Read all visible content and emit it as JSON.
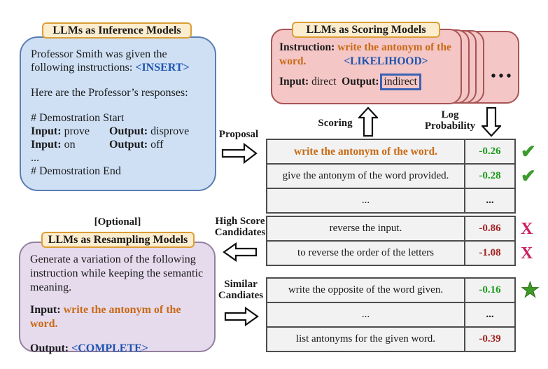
{
  "colors": {
    "blue-box-fill": "#cfe0f5",
    "blue-box-border": "#5b7db3",
    "pink-box-fill": "#f4c6c6",
    "pink-box-border": "#a85454",
    "purple-box-fill": "#e6dbed",
    "purple-box-border": "#94809f",
    "chip-fill": "#fcedcf",
    "chip-border": "#dc9e35",
    "orange-text": "#c96a15",
    "blue-token": "#1d54b0",
    "green-score": "#1b9a1b",
    "red-score": "#a32222",
    "check-green": "#3c9b2d",
    "cross-crimson": "#ce1e5f",
    "star-green": "#3f9b28",
    "table-fill": "#f2f2f2",
    "table-border": "#4d4d4d",
    "indirect-box-border": "#3a62b5"
  },
  "inference_box": {
    "title": "LLMs as Inference Models",
    "intro_text": "Professor Smith was given the following instructions: ",
    "insert_token": "<INSERT>",
    "responses_line": "Here are the Professor’s responses:",
    "demo_start": "# Demostration Start",
    "io_input_label": "Input:",
    "io_output_label": "Output:",
    "io_rows": [
      {
        "input": "prove",
        "output": "disprove"
      },
      {
        "input": "on",
        "output": "off"
      }
    ],
    "ellipsis": "...",
    "demo_end": "# Demostration End"
  },
  "scoring_card": {
    "title": "LLMs as Scoring Models",
    "instruction_label": "Instruction:",
    "instruction_text_1": "write the antonym of the",
    "instruction_text_2": "word.",
    "likelihood_token": "<LIKELIHOOD>",
    "input_label": "Input:",
    "input_value": "direct",
    "output_label": "Output:",
    "output_value": "indirect",
    "stack_dots": "•••"
  },
  "flow_labels": {
    "proposal": "Proposal",
    "scoring": "Scoring",
    "log_probability_line1": "Log",
    "log_probability_line2": "Probability",
    "high_score_line1": "High Score",
    "high_score_line2": "Candidates",
    "similar_line1": "Similar",
    "similar_line2": "Candiates",
    "optional": "[Optional]"
  },
  "resampling_box": {
    "title": "LLMs as Resampling Models",
    "body_text": "Generate a variation of the following instruction while keeping the semantic meaning.",
    "input_label": "Input:",
    "input_value": "write the antonym of the word.",
    "output_label": "Output:",
    "complete_token": "<COMPLETE>"
  },
  "icons": {
    "check": "✔",
    "cross": "X",
    "star": "★"
  },
  "tables": {
    "top": {
      "segments": [
        [
          {
            "text": "write the antonym of the word.",
            "style": "orange",
            "score": "-0.26",
            "score_color": "green",
            "mark": "check"
          },
          {
            "text": "give the antonym of the word provided.",
            "style": "plain",
            "score": "-0.28",
            "score_color": "green",
            "mark": "check"
          },
          {
            "text": "...",
            "style": "plain",
            "score": "...",
            "score_color": "dots",
            "mark": null
          }
        ],
        [
          {
            "text": "reverse the input.",
            "style": "plain",
            "score": "-0.86",
            "score_color": "red",
            "mark": "cross"
          },
          {
            "text": "to reverse the order of the letters",
            "style": "plain",
            "score": "-1.08",
            "score_color": "red",
            "mark": "cross"
          }
        ]
      ]
    },
    "bottom": {
      "segments": [
        [
          {
            "text": "write the opposite of the word given.",
            "style": "plain",
            "score": "-0.16",
            "score_color": "green",
            "mark": "star"
          },
          {
            "text": "...",
            "style": "plain",
            "score": "...",
            "score_color": "dots",
            "mark": null
          },
          {
            "text": "list antonyms for the given word.",
            "style": "plain",
            "score": "-0.39",
            "score_color": "red",
            "mark": null
          }
        ]
      ]
    }
  }
}
